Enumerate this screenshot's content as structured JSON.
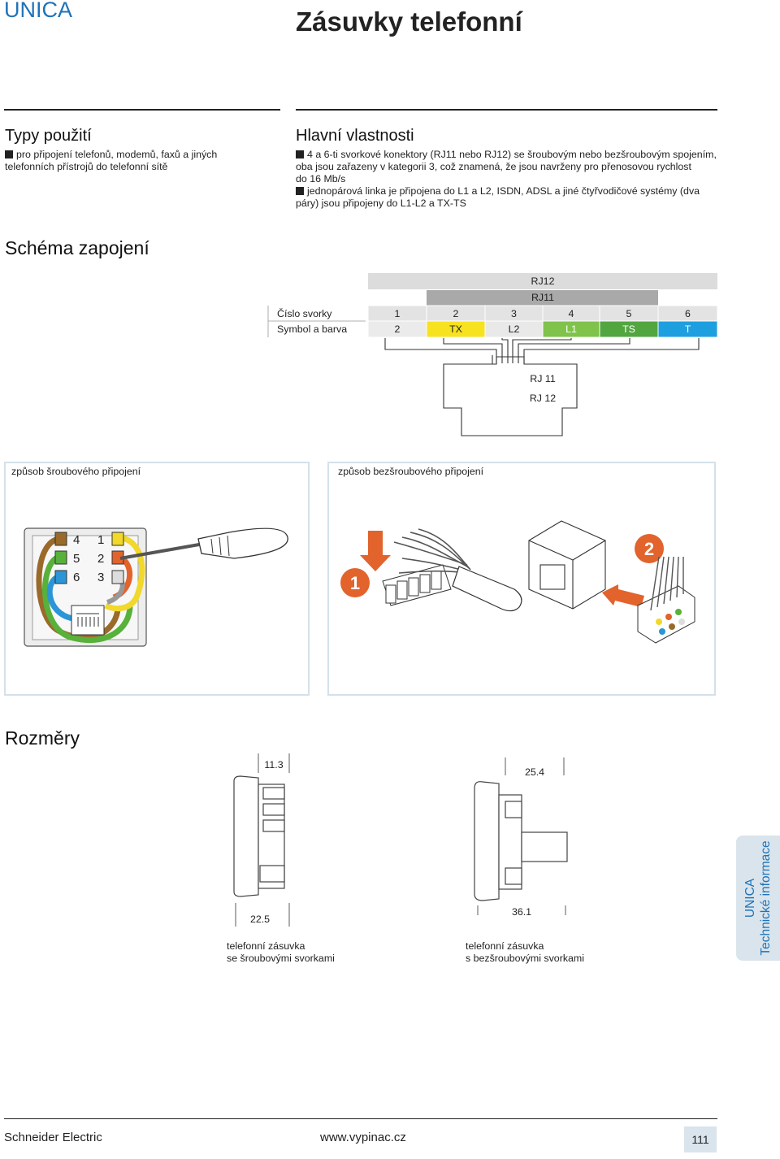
{
  "header": {
    "brand": "UNICA",
    "title": "Zásuvky telefonní"
  },
  "typy": {
    "heading": "Typy použití",
    "line1": "pro připojení telefonů, modemů, faxů a jiných",
    "line2": "telefonních přístrojů do telefonní sítě"
  },
  "vlastnosti": {
    "heading": "Hlavní vlastnosti",
    "b1_l1": "4 a 6-ti svorkové konektory (RJ11 nebo RJ12) se šroubovým nebo bezšroubovým spojením,",
    "b1_l2": "oba jsou zařazeny v kategorii 3, což znamená, že jsou navrženy pro přenosovou rychlost",
    "b1_l3": "do 16 Mb/s",
    "b2_l1": "jednopárová linka je připojena do L1 a L2, ISDN, ADSL a jiné čtyřvodičové systémy (dva",
    "b2_l2": "páry) jsou připojeny do L1-L2 a TX-TS"
  },
  "schema": {
    "heading": "Schéma zapojení",
    "rj12": "RJ12",
    "rj11": "RJ11",
    "row1_label": "Číslo svorky",
    "row2_label": "Symbol a barva",
    "numbers": [
      "1",
      "2",
      "3",
      "4",
      "5",
      "6"
    ],
    "symbols": [
      "2",
      "TX",
      "L2",
      "L1",
      "TS",
      "T"
    ],
    "colors": [
      "#ebebeb",
      "#f7e21f",
      "#e9e9e9",
      "#7fc34a",
      "#52a640",
      "#1e9fe0"
    ],
    "plug_l1": "RJ 11",
    "plug_l2": "RJ 12"
  },
  "methods": {
    "screw_label": "způsob šroubového připojení",
    "screwless_label": "způsob bezšroubového připojení",
    "terms_left": [
      "4",
      "5",
      "6"
    ],
    "terms_right": [
      "1",
      "2",
      "3"
    ],
    "step1": "1",
    "step2": "2"
  },
  "rozmery": {
    "heading": "Rozměry",
    "d1_top": "11.3",
    "d1_bottom": "22.5",
    "d1_cap1": "telefonní zásuvka",
    "d1_cap2": "se šroubovými svorkami",
    "d2_top": "25.4",
    "d2_bottom": "36.1",
    "d2_cap1": "telefonní zásuvka",
    "d2_cap2": "s bezšroubovými svorkami"
  },
  "sidetab": {
    "line1": "UNICA",
    "line2": "Technické informace"
  },
  "footer": {
    "company": "Schneider Electric",
    "web": "www.vypinac.cz",
    "page": "111"
  }
}
